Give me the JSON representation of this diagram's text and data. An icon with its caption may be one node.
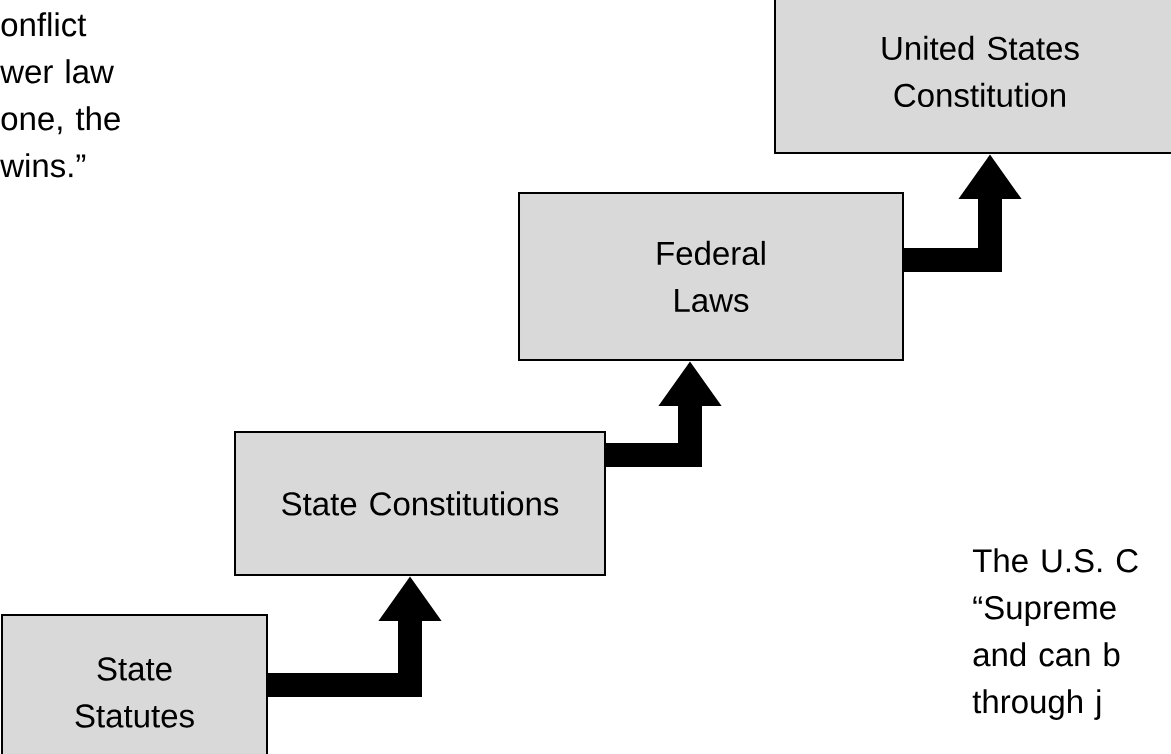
{
  "diagram": {
    "nodes": [
      {
        "text": [
          "State Statutes"
        ]
      },
      {
        "text": [
          "State Constitutions"
        ]
      },
      {
        "text": [
          "Federal Laws"
        ]
      },
      {
        "text": [
          "United States Constitution"
        ]
      }
    ],
    "edges": [
      {
        "from": 0,
        "to": 1,
        "arrow": "to"
      },
      {
        "from": 1,
        "to": 2,
        "arrow": "to"
      },
      {
        "from": 2,
        "to": 3,
        "arrow": "to"
      }
    ],
    "labels": [
      "onflict wer law one, the wins.”",
      "The U.S. C “Supreme and can b through j"
    ]
  }
}
